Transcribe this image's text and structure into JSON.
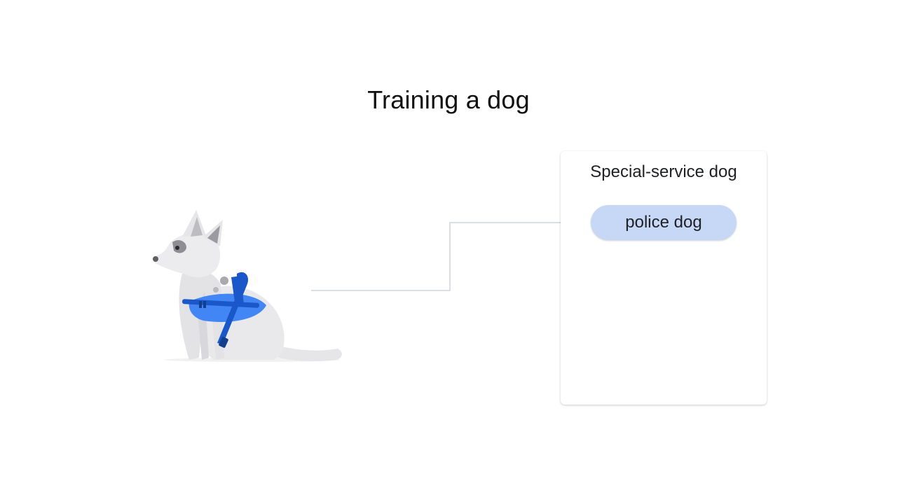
{
  "slide": {
    "title": "Training a dog"
  },
  "card": {
    "title": "Special-service dog",
    "items": [
      {
        "label": "police dog"
      }
    ]
  },
  "colors": {
    "pill_fill": "#c6d8f5",
    "harness_blue": "#4285f4",
    "harness_strap": "#1a57c9",
    "dog_body": "#e8e8ea",
    "connector": "#cfd4da"
  },
  "illustration": {
    "icon": "service-dog-with-harness-icon"
  }
}
